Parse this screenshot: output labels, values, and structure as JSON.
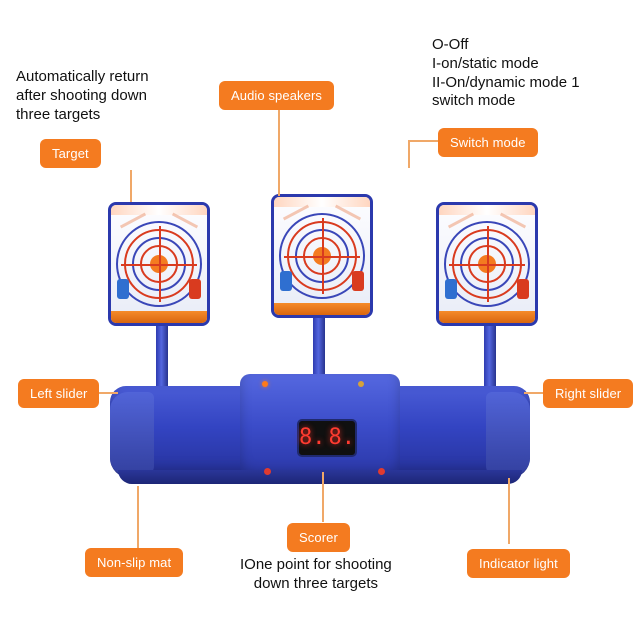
{
  "image": {
    "subject": "electric-shooting-target-toy",
    "background_color": "#ffffff",
    "chip_color": "#f47b20",
    "chip_text_color": "#ffffff",
    "leader_line_color": "#f0a868"
  },
  "notes": {
    "auto_return": "Automatically return\nafter shooting down\nthree targets",
    "switch_modes": "O-Off\nI-on/static mode\nII-On/dynamic mode 1\nswitch mode",
    "one_point": "IOne point for shooting\ndown three targets"
  },
  "labels": {
    "target": "Target",
    "audio_speakers": "Audio speakers",
    "switch_mode": "Switch mode",
    "left_slider": "Left slider",
    "right_slider": "Right slider",
    "non_slip_mat": "Non-slip mat",
    "scorer": "Scorer",
    "indicator_light": "Indicator light"
  },
  "scoreboard": {
    "digit_left": "8.",
    "digit_right": "8.",
    "digit_color": "#ff3b30"
  },
  "toy": {
    "body_color": "#3344c2",
    "accent_color": "#f47b20",
    "targets_count": 3
  }
}
